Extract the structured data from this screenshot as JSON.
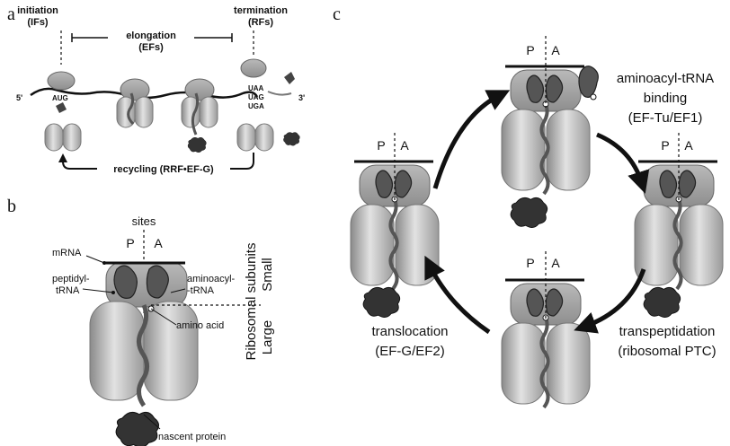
{
  "panel_a": {
    "letter": "a",
    "initiation": "initiation",
    "initiation_factors": "(IFs)",
    "elongation": "elongation",
    "elongation_factors": "(EFs)",
    "termination": "termination",
    "termination_factors": "(RFs)",
    "five_prime": "5'",
    "three_prime": "3'",
    "start_codon": "AUG",
    "stop_codons": [
      "UAA",
      "UAG",
      "UGA"
    ],
    "recycling": "recycling (RRF•EF-G)"
  },
  "panel_b": {
    "letter": "b",
    "sites": "sites",
    "p_site": "P",
    "a_site": "A",
    "mrna": "mRNA",
    "peptidyl_trna_1": "peptidyl-",
    "peptidyl_trna_2": "tRNA",
    "aminoacyl_trna_1": "aminoacyl-",
    "aminoacyl_trna_2": "-tRNA",
    "amino_acid": "amino acid",
    "nascent_protein": "nascent protein",
    "subunits_title": "Ribosomal subunits",
    "small": "Small",
    "large": "Large"
  },
  "panel_c": {
    "letter": "c",
    "p_site": "P",
    "a_site": "A",
    "binding_1": "aminoacyl-tRNA",
    "binding_2": "binding",
    "binding_3": "(EF-Tu/EF1)",
    "transpeptidation_1": "transpeptidation",
    "transpeptidation_2": "(ribosomal PTC)",
    "translocation_1": "translocation",
    "translocation_2": "(EF-G/EF2)"
  }
}
